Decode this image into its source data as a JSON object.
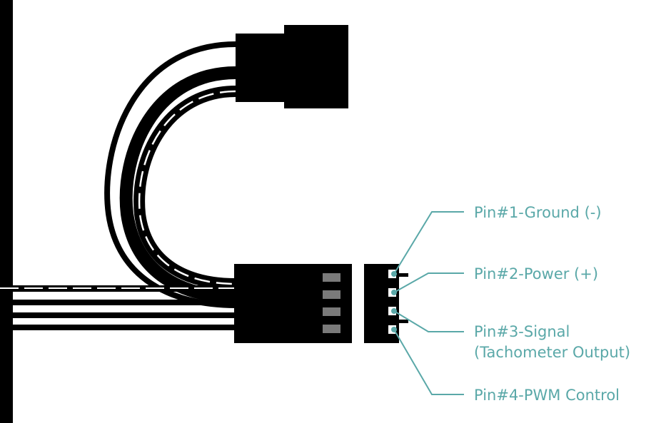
{
  "colors": {
    "wire": "#000000",
    "stripe": "#ffffff",
    "connector": "#000000",
    "pin_slot": "#7a7a7a",
    "label": "#5aa8a8",
    "leader": "#5aa8a8"
  },
  "icons": {
    "fan_connector": "four-pin-fan-connector-icon",
    "motherboard_header": "pin-header-icon"
  },
  "pins": [
    {
      "label_lines": [
        "Pin#1-Ground (-)"
      ]
    },
    {
      "label_lines": [
        "Pin#2-Power (+)"
      ]
    },
    {
      "label_lines": [
        "Pin#3-Signal",
        "(Tachometer Output)"
      ]
    },
    {
      "label_lines": [
        "Pin#4-PWM Control"
      ]
    }
  ]
}
